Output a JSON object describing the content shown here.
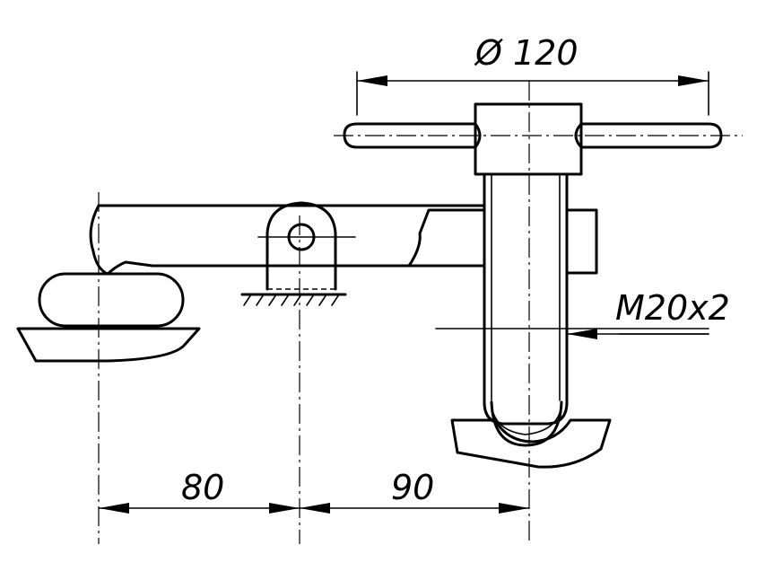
{
  "dimensions": {
    "bore_diameter_label": "Ø 120",
    "thread_label": "M20x2",
    "lever_left_arm": "80",
    "lever_right_arm": "90"
  }
}
